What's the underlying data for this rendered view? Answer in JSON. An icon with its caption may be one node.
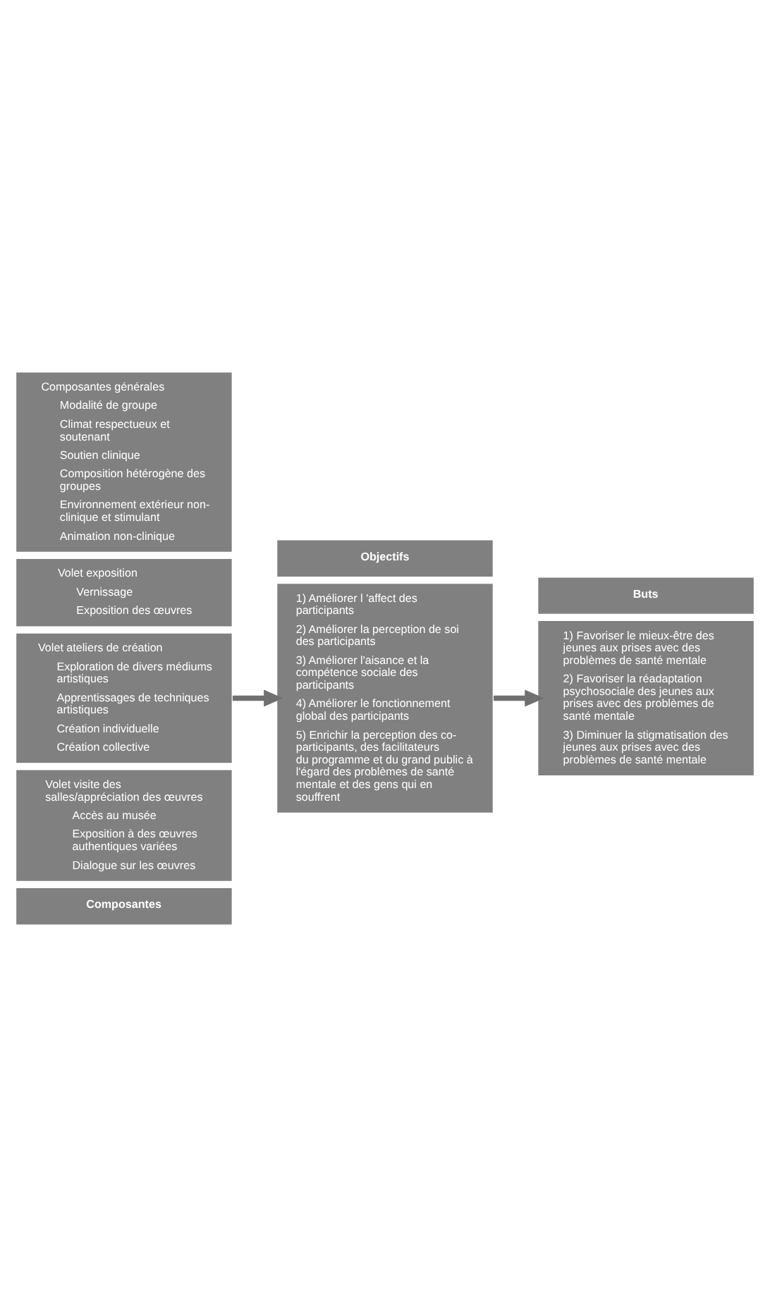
{
  "diagram": {
    "nodes": [
      {
        "text": [
          "Composantes"
        ]
      },
      {
        "text": [
          "Volet visite des salles/appréciation des œuvres",
          "Accès au musée",
          "Exposition à des œuvres authentiques variées",
          "Dialogue sur les œuvres"
        ]
      },
      {
        "text": [
          "Volet ateliers de création",
          "Exploration de divers médiums artistiques",
          "Apprentissages de techniques artistiques",
          "Création individuelle",
          "Création collective"
        ]
      },
      {
        "text": [
          "Volet exposition",
          "Vernissage",
          "Exposition des œuvres"
        ]
      },
      {
        "text": [
          "Composantes générales",
          "Modalité de groupe",
          "Climat respectueux et soutenant",
          "Soutien clinique",
          "Composition hétérogène des groupes",
          "Environnement extérieur non-clinique et stimulant",
          "Animation non-clinique"
        ]
      },
      {
        "text": [
          "Objectifs"
        ]
      },
      {
        "text": [
          "1) Améliorer l 'affect des participants",
          "2) Améliorer la perception de soi des participants",
          "3) Améliorer l'aisance et la compétence sociale des participants",
          "4) Améliorer le fonctionnement global des participants",
          "5) Enrichir la perception des co-participants, des facilitateurs du programme et du grand public à l'égard des problèmes de santé mentale et des gens qui en souffrent"
        ]
      },
      {
        "text": [
          "Buts"
        ]
      },
      {
        "text": [
          "1) Favoriser le mieux-être des jeunes aux prises avec des problèmes de santé mentale",
          "2) Favoriser la réadaptation psychosociale des jeunes aux prises avec des problèmes de santé mentale",
          "3) Diminuer la stigmatisation des jeunes aux prises avec des problèmes de santé mentale"
        ]
      }
    ],
    "edges": [
      {
        "from": 2,
        "to": 6,
        "arrow": "to"
      },
      {
        "from": 6,
        "to": 8,
        "arrow": "to"
      }
    ]
  }
}
